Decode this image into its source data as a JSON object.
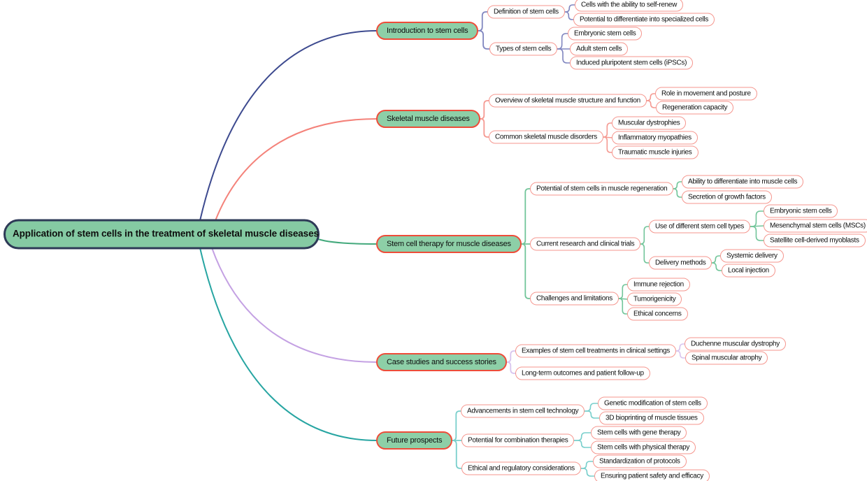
{
  "palette": {
    "root_fill": "#85caa3",
    "root_border": "#2e3a57",
    "branch_fill": "#8dcfa7",
    "branch_border": "#ee4c39",
    "leaf_fill": "#ffffff",
    "leaf_border": "#f5968e",
    "branch_line_colors": [
      "#3d4a8f",
      "#f4827a",
      "#43a97c",
      "#c4a1e3",
      "#27a5a2"
    ],
    "sub_line_colors": [
      "#8187c0",
      "#f59a92",
      "#72c59a",
      "#d8c4ee",
      "#79cfcc"
    ]
  },
  "mindmap": {
    "root": {
      "label": "Application of stem cells in the treatment of skeletal muscle diseases"
    },
    "branches": [
      {
        "label": "Introduction to stem cells",
        "children": [
          {
            "label": "Definition of stem cells",
            "children": [
              {
                "label": "Cells with the ability to self-renew"
              },
              {
                "label": "Potential to differentiate into specialized cells"
              }
            ]
          },
          {
            "label": "Types of stem cells",
            "children": [
              {
                "label": "Embryonic stem cells"
              },
              {
                "label": "Adult stem cells"
              },
              {
                "label": "Induced pluripotent stem cells (iPSCs)"
              }
            ]
          }
        ]
      },
      {
        "label": "Skeletal muscle diseases",
        "children": [
          {
            "label": "Overview of skeletal muscle structure and function",
            "children": [
              {
                "label": "Role in movement and posture"
              },
              {
                "label": "Regeneration capacity"
              }
            ]
          },
          {
            "label": "Common skeletal muscle disorders",
            "children": [
              {
                "label": "Muscular dystrophies"
              },
              {
                "label": "Inflammatory myopathies"
              },
              {
                "label": "Traumatic muscle injuries"
              }
            ]
          }
        ]
      },
      {
        "label": "Stem cell therapy for muscle diseases",
        "children": [
          {
            "label": "Potential of stem cells in muscle regeneration",
            "children": [
              {
                "label": "Ability to differentiate into muscle cells"
              },
              {
                "label": "Secretion of growth factors"
              }
            ]
          },
          {
            "label": "Current research and clinical trials",
            "children": [
              {
                "label": "Use of different stem cell types",
                "children": [
                  {
                    "label": "Embryonic stem cells"
                  },
                  {
                    "label": "Mesenchymal stem cells (MSCs)"
                  },
                  {
                    "label": "Satellite cell-derived myoblasts"
                  }
                ]
              },
              {
                "label": "Delivery methods",
                "children": [
                  {
                    "label": "Systemic delivery"
                  },
                  {
                    "label": "Local injection"
                  }
                ]
              }
            ]
          },
          {
            "label": "Challenges and limitations",
            "children": [
              {
                "label": "Immune rejection"
              },
              {
                "label": "Tumorigenicity"
              },
              {
                "label": "Ethical concerns"
              }
            ]
          }
        ]
      },
      {
        "label": "Case studies and success stories",
        "children": [
          {
            "label": "Examples of stem cell treatments in clinical settings",
            "children": [
              {
                "label": "Duchenne muscular dystrophy"
              },
              {
                "label": "Spinal muscular atrophy"
              }
            ]
          },
          {
            "label": "Long-term outcomes and patient follow-up"
          }
        ]
      },
      {
        "label": "Future prospects",
        "children": [
          {
            "label": "Advancements in stem cell technology",
            "children": [
              {
                "label": "Genetic modification of stem cells"
              },
              {
                "label": "3D bioprinting of muscle tissues"
              }
            ]
          },
          {
            "label": "Potential for combination therapies",
            "children": [
              {
                "label": "Stem cells with gene therapy"
              },
              {
                "label": "Stem cells with physical therapy"
              }
            ]
          },
          {
            "label": "Ethical and regulatory considerations",
            "children": [
              {
                "label": "Standardization of protocols"
              },
              {
                "label": "Ensuring patient safety and efficacy"
              }
            ]
          }
        ]
      }
    ]
  }
}
